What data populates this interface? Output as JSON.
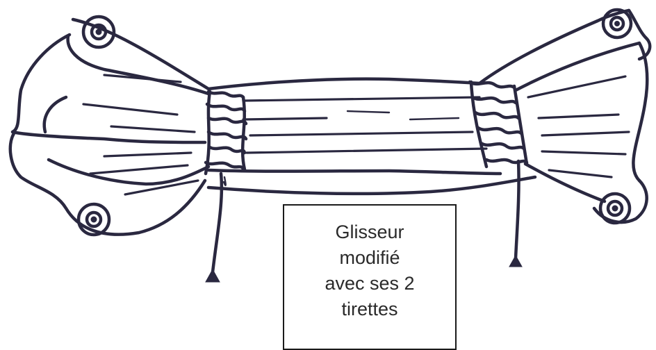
{
  "caption": {
    "line1": "Glisseur",
    "line2": "modifié",
    "line3": "avec ses 2",
    "line4": "tirettes"
  },
  "colors": {
    "ink": "#2a2840",
    "paper": "#ffffff",
    "caption_border": "#1a1a1a",
    "caption_text": "#2a2a2a"
  },
  "icons": [
    "grommet-icon",
    "pull-cord-tab-icon"
  ]
}
